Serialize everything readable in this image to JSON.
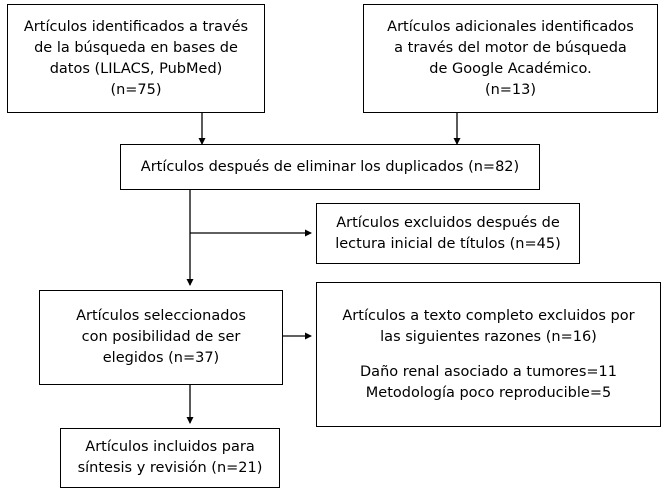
{
  "boxes": {
    "identified_db": {
      "lines": [
        "Artículos identificados a través",
        "de la búsqueda en bases de",
        "datos (LILACS, PubMed)",
        "(n=75)"
      ]
    },
    "identified_google": {
      "lines": [
        "Artículos adicionales identificados",
        "a través del motor de búsqueda",
        "de Google Académico.",
        "(n=13)"
      ]
    },
    "after_duplicates": {
      "lines": [
        "Artículos después de eliminar los duplicados (n=82)"
      ]
    },
    "excluded_titles": {
      "lines": [
        "Artículos excluidos después de",
        "lectura inicial de títulos (n=45)"
      ]
    },
    "selected": {
      "lines": [
        "Artículos seleccionados",
        "con posibilidad de ser",
        "elegidos (n=37)"
      ]
    },
    "excluded_fulltext": {
      "header": [
        "Artículos a texto completo excluidos por",
        "las siguientes razones (n=16)"
      ],
      "reasons": [
        "Daño renal asociado a tumores=11",
        "Metodología poco reproducible=5"
      ]
    },
    "included": {
      "lines": [
        "Artículos incluidos para",
        "síntesis y revisión (n=21)"
      ]
    }
  }
}
